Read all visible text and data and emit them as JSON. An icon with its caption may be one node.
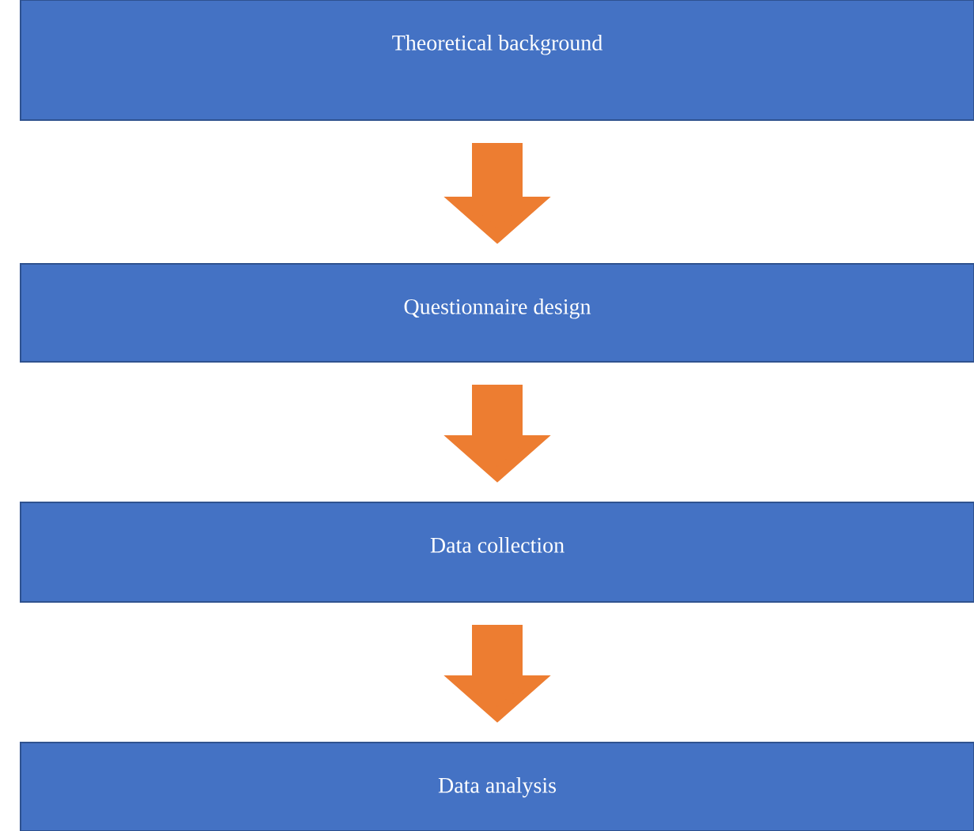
{
  "diagram": {
    "nodes": [
      {
        "text": [
          "Theoretical background"
        ]
      },
      {
        "text": [
          "Questionnaire design"
        ]
      },
      {
        "text": [
          "Data collection"
        ]
      },
      {
        "text": [
          "Data analysis"
        ]
      }
    ],
    "edges": [
      {
        "from": 0,
        "to": 1,
        "arrow": "to"
      },
      {
        "from": 1,
        "to": 2,
        "arrow": "to"
      },
      {
        "from": 2,
        "to": 3,
        "arrow": "to"
      }
    ]
  }
}
